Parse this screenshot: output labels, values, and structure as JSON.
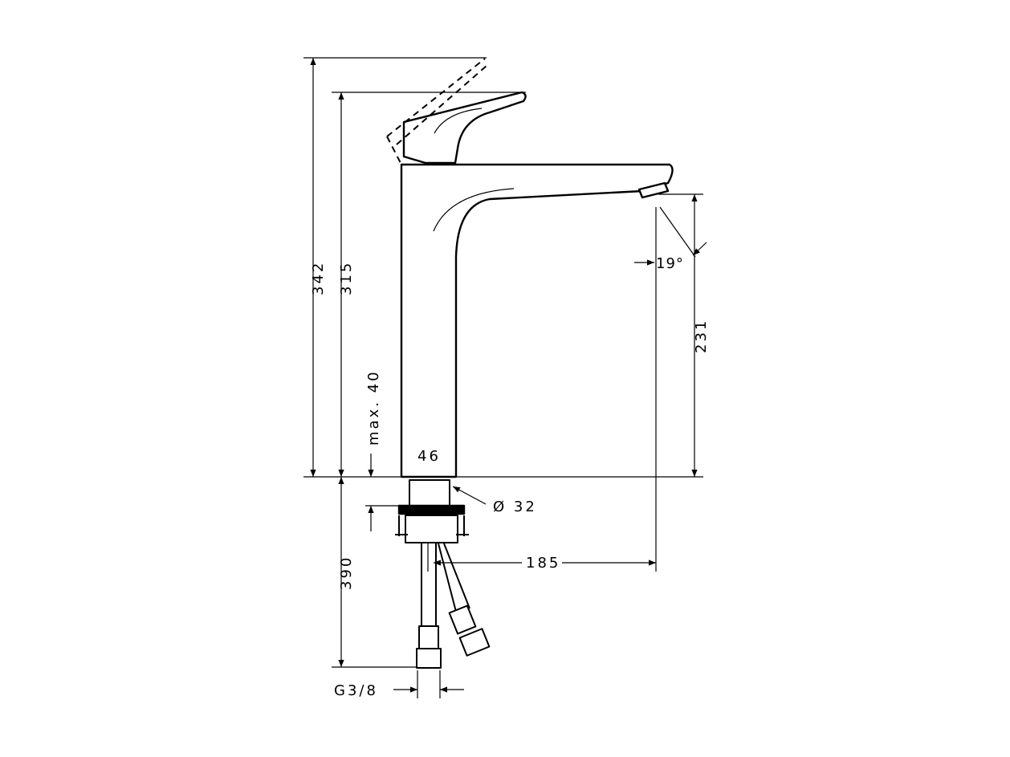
{
  "dimensions": {
    "total_height_lever_raised": "342",
    "total_height": "315",
    "max_thickness": "max. 40",
    "body_width": "46",
    "tube_diameter": "Ø 32",
    "spout_height": "231",
    "spout_angle": "19°",
    "projection": "185",
    "hose_length": "390",
    "thread": "G3/8"
  },
  "colors": {
    "line": "#000000",
    "background": "#ffffff"
  }
}
